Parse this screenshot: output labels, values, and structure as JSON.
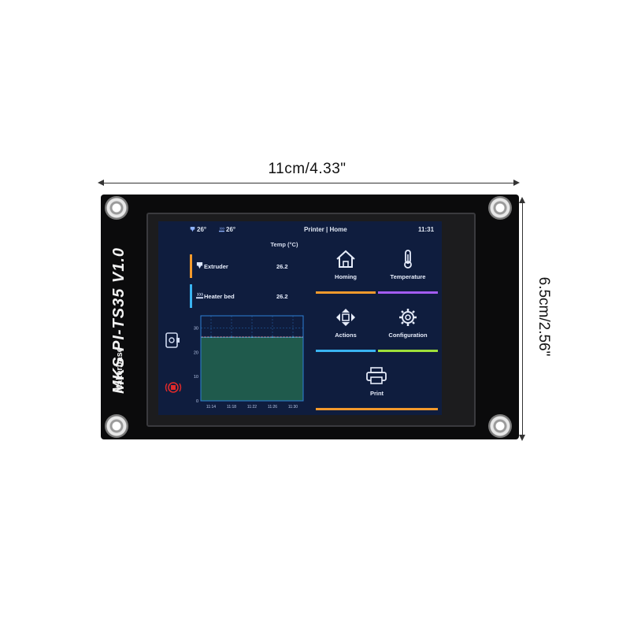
{
  "dimensions": {
    "width_label": "11cm/4.33\"",
    "height_label": "6.5cm/2.56\""
  },
  "board": {
    "model": "MKS PI-TS35 V1.0",
    "brand": "Makerbase"
  },
  "status": {
    "extruder_temp": "26°",
    "bed_temp": "26°",
    "title": "Printer | Home",
    "time": "11:31"
  },
  "temps": {
    "title": "Temp (°C)",
    "rows": [
      {
        "label": "Extruder",
        "value": "26.2",
        "color": "#f39a2c",
        "icon": "nozzle-icon"
      },
      {
        "label": "Heater bed",
        "value": "26.2",
        "color": "#3ab4f2",
        "icon": "heater-bed-icon"
      }
    ]
  },
  "chart_data": {
    "type": "line",
    "x": [
      "11:14",
      "11:18",
      "11:22",
      "11:26",
      "11:30"
    ],
    "ylim": [
      0,
      35
    ],
    "yticks": [
      "0",
      "10",
      "20",
      "30"
    ],
    "grid": true,
    "series": [
      {
        "color": "#ff7a7a",
        "values": [
          26.2,
          26.2,
          26.2,
          26.2,
          26.2
        ]
      },
      {
        "color": "#3ab4f2",
        "values": [
          26.2,
          26.2,
          26.2,
          26.2,
          26.2
        ]
      }
    ]
  },
  "tiles": [
    {
      "label": "Homing",
      "icon": "home-icon",
      "accent": "#f39a2c"
    },
    {
      "label": "Temperature",
      "icon": "thermometer-icon",
      "accent": "#a35cf0"
    },
    {
      "label": "Actions",
      "icon": "move-arrows-icon",
      "accent": "#3ab4f2"
    },
    {
      "label": "Configuration",
      "icon": "gear-icon",
      "accent": "#9ee03a"
    },
    {
      "label": "Print",
      "icon": "printer-icon",
      "accent": "#f39a2c"
    }
  ],
  "side_icons": [
    "filament-icon",
    "emergency-stop-icon"
  ],
  "colors": {
    "screen_bg": "#0f1d3e",
    "chart_fill": "#1f5a4c",
    "chart_frame": "#2e7fd6",
    "stop_red": "#e02a2a"
  }
}
